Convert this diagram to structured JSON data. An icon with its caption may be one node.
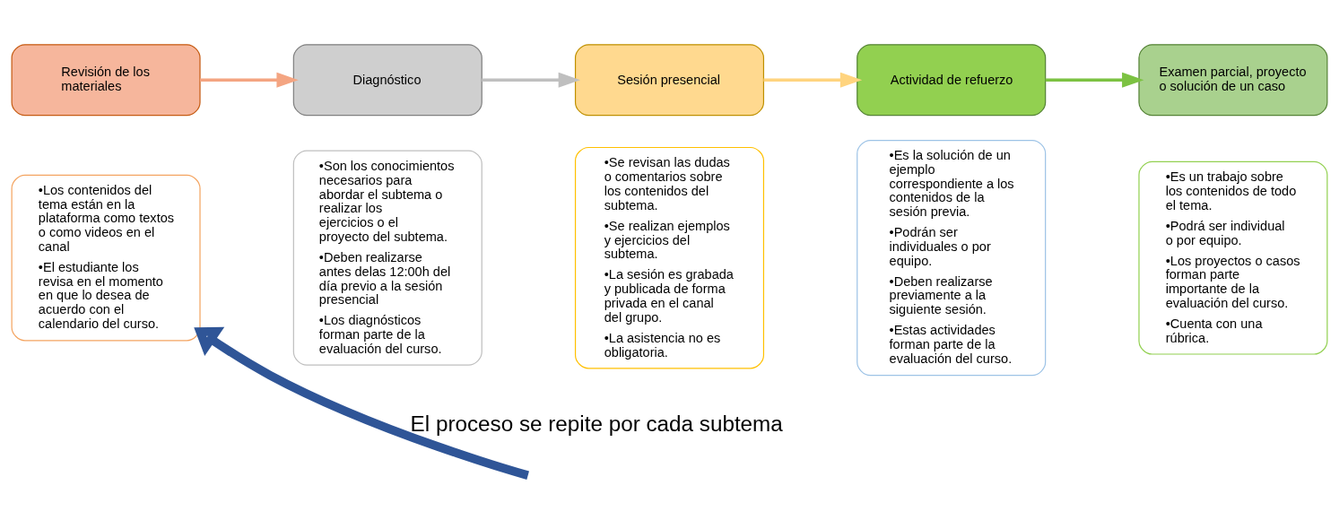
{
  "diagram": {
    "nodes": [
      {
        "text": [
          "Revisión de los materiales"
        ]
      },
      {
        "text": [
          "•Los contenidos del tema están en la plataforma como textos o como videos en el canal",
          "•El estudiante los revisa en el momento en que lo desea de acuerdo con el calendario del curso."
        ]
      },
      {
        "text": [
          "Diagnóstico"
        ]
      },
      {
        "text": [
          "•Son los conocimientos necesarios para abordar el subtema o realizar los ejercicios o el proyecto del subtema.",
          "•Deben realizarse antes delas 12:00h del día previo a la sesión presencial",
          "•Los diagnósticos forman parte de la evaluación del curso."
        ]
      },
      {
        "text": [
          "Sesión presencial"
        ]
      },
      {
        "text": [
          "•Se revisan las dudas o comentarios sobre los contenidos del subtema.",
          "•Se realizan ejemplos y ejercicios del subtema.",
          "•La sesión es grabada y publicada de forma privada en el canal del grupo.",
          "•La asistencia no es obligatoria."
        ]
      },
      {
        "text": [
          "Actividad de refuerzo"
        ]
      },
      {
        "text": [
          "•Es la solución de un ejemplo correspondiente a los contenidos de la sesión previa.",
          "•Podrán ser individuales o por equipo.",
          "•Deben realizarse previamente a la siguiente sesión.",
          "•Estas actividades forman parte de la evaluación del curso."
        ]
      },
      {
        "text": [
          "Examen parcial, proyecto o solución de un caso"
        ]
      },
      {
        "text": [
          "•Es un trabajo sobre los contenidos de todo el tema.",
          "•Podrá ser individual o por equipo.",
          "•Los proyectos o casos forman parte importante de la evaluación del curso.",
          "•Cuenta con una rúbrica."
        ]
      }
    ],
    "edges": [
      {
        "from": 0,
        "to": 2,
        "arrow": "to",
        "color": "#f4a582"
      },
      {
        "from": 2,
        "to": 4,
        "arrow": "to",
        "color": "#bfbfbf"
      },
      {
        "from": 4,
        "to": 6,
        "arrow": "to",
        "color": "#ffd47f"
      },
      {
        "from": 6,
        "to": 8,
        "arrow": "to",
        "color": "#7cc242"
      },
      {
        "from": null,
        "to": 1,
        "arrow": "to",
        "label": "El proceso se repite por cada subtema",
        "style": "thick",
        "color": "#2f5597"
      }
    ]
  }
}
